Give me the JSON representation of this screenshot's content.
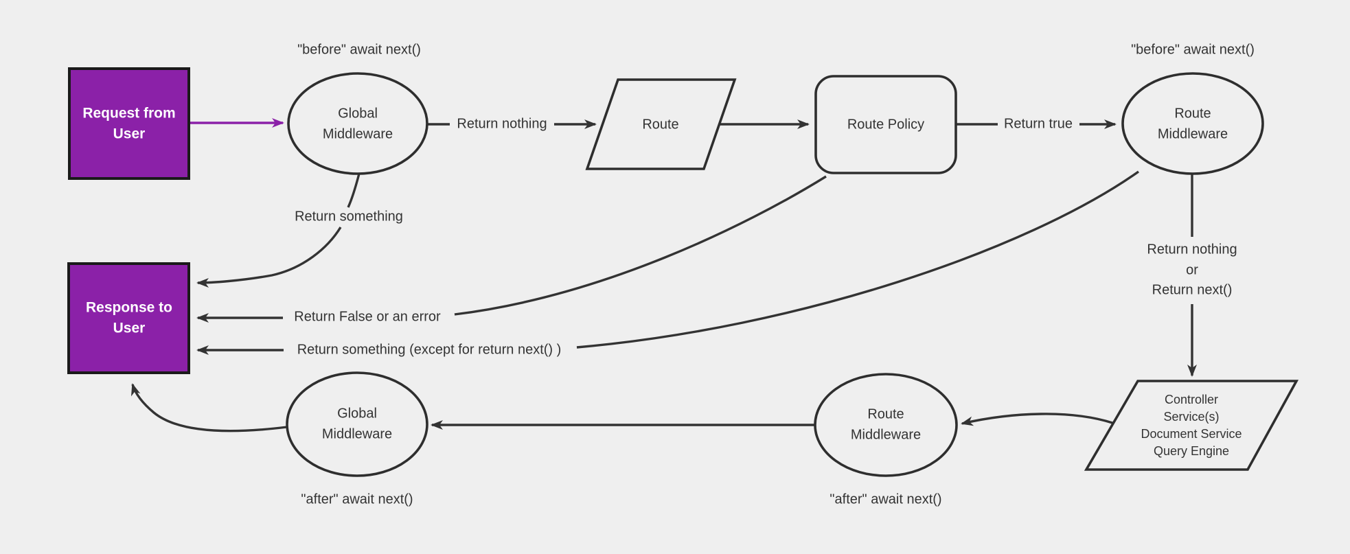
{
  "diagram": {
    "nodes": {
      "request_box": {
        "line1": "Request from",
        "line2": "User"
      },
      "global_mw_top": {
        "line1": "Global",
        "line2": "Middleware"
      },
      "route": {
        "label": "Route"
      },
      "route_policy": {
        "label": "Route Policy"
      },
      "route_mw_top": {
        "line1": "Route",
        "line2": "Middleware"
      },
      "response_box": {
        "line1": "Response to",
        "line2": "User"
      },
      "controller": {
        "line1": "Controller",
        "line2": "Service(s)",
        "line3": "Document Service",
        "line4": "Query Engine"
      },
      "route_mw_bottom": {
        "line1": "Route",
        "line2": "Middleware"
      },
      "global_mw_bottom": {
        "line1": "Global",
        "line2": "Middleware"
      }
    },
    "labels": {
      "before_await_global": "\"before\" await next()",
      "before_await_route": "\"before\" await next()",
      "after_await_global": "\"after\" await next()",
      "after_await_route": "\"after\" await next()",
      "return_nothing": "Return nothing",
      "return_true": "Return true",
      "return_something": "Return something",
      "return_false_or_error": "Return False or an error",
      "return_something_except": "Return something (except for return next() )",
      "return_nothing_or_line1": "Return nothing",
      "return_nothing_or_line2": "or",
      "return_nothing_or_line3": "Return next()"
    },
    "colors": {
      "background": "#efefef",
      "accent_purple": "#8b21a8",
      "line": "#333333",
      "text": "#333333",
      "box_text": "#ffffff"
    }
  }
}
